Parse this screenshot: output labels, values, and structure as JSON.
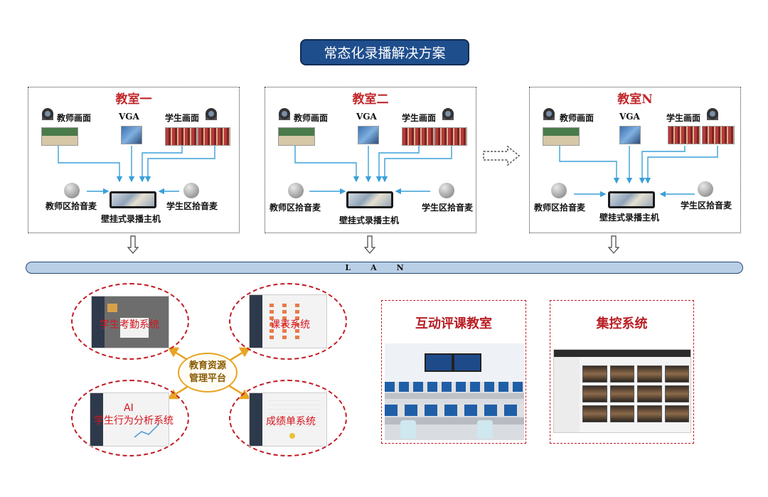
{
  "title": "常态化录播解决方案",
  "rooms": [
    {
      "name": "教室一",
      "teacher_view": "教师画面",
      "vga": "VGA",
      "student_view": "学生画面",
      "teacher_mic": "教师区拾音麦",
      "student_mic": "学生区拾音麦",
      "host": "壁挂式录播主机"
    },
    {
      "name": "教室二",
      "teacher_view": "教师画面",
      "vga": "VGA",
      "student_view": "学生画面",
      "teacher_mic": "教师区拾音麦",
      "student_mic": "学生区拾音麦",
      "host": "壁挂式录播主机"
    },
    {
      "name": "教室N",
      "teacher_view": "教师画面",
      "vga": "VGA",
      "student_view": "学生画面",
      "teacher_mic": "教师区拾音麦",
      "student_mic": "学生区拾音麦",
      "host": "壁挂式录播主机"
    }
  ],
  "lan": "LAN",
  "platform": {
    "hub_line1": "教育资源",
    "hub_line2": "管理平台",
    "systems": {
      "attendance": "学生考勤系统",
      "schedule": "课表系统",
      "ai_line1": "AI",
      "ai_line2": "学生行为分析系统",
      "grades": "成绩单系统"
    }
  },
  "panels": {
    "interactive": "互动评课教室",
    "central": "集控系统"
  },
  "colors": {
    "title_bg": "#1f4e8c",
    "room_title": "#c0282b",
    "arrow": "#3aa0d8",
    "lan_bg": "#b9cfe6",
    "dashed_red": "#c21b24",
    "hub_border": "#e8a423"
  }
}
